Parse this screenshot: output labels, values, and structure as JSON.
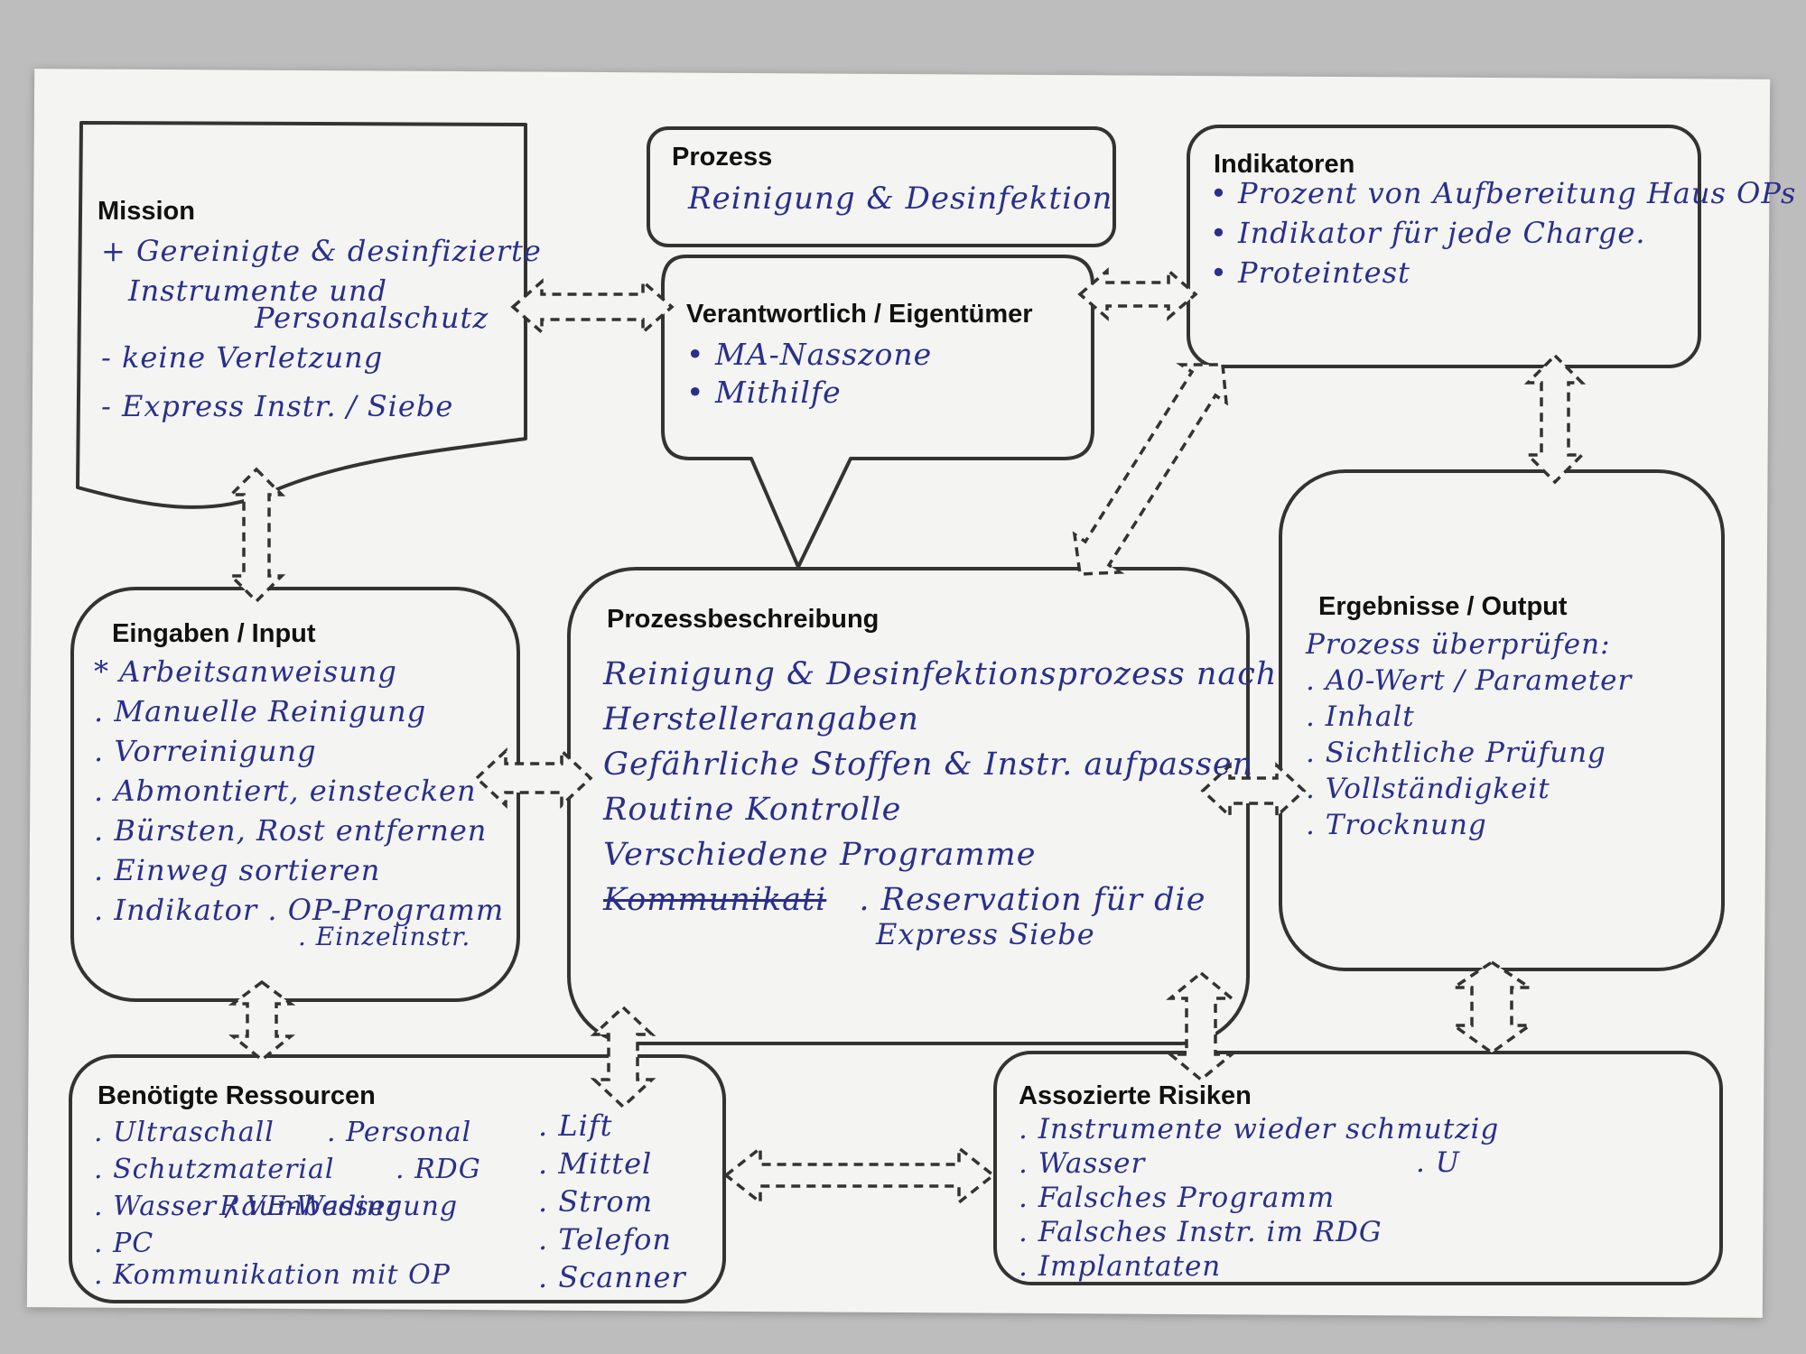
{
  "boxes": {
    "mission": {
      "title": "Mission",
      "lines": [
        "+ Gereinigte & desinfizierte",
        "Instrumente und",
        "Personalschutz",
        "- keine Verletzung",
        "- Express Instr. / Siebe"
      ]
    },
    "prozess": {
      "title": "Prozess",
      "lines": [
        "Reinigung & Desinfektion"
      ]
    },
    "verantwortlich": {
      "title": "Verantwortlich / Eigentümer",
      "lines": [
        "• MA-Nasszone",
        "• Mithilfe"
      ]
    },
    "indikatoren": {
      "title": "Indikatoren",
      "lines": [
        "• Prozent von Aufbereitung Haus OPs",
        "• Indikator für jede Charge.",
        "• Proteintest"
      ]
    },
    "eingaben": {
      "title": "Eingaben / Input",
      "lines": [
        "* Arbeitsanweisung",
        ". Manuelle Reinigung",
        ". Vorreinigung",
        ". Abmontiert, einstecken",
        ". Bürsten, Rost entfernen",
        ". Einweg sortieren",
        ". Indikator   . OP-Programm",
        ". Einzelinstr."
      ]
    },
    "prozessbeschreibung": {
      "title": "Prozessbeschreibung",
      "lines": [
        "Reinigung & Desinfektionsprozess nach",
        "Herstellerangaben",
        "Gefährliche Stoffen & Instr. aufpassen",
        "Routine Kontrolle",
        "Verschiedene Programme"
      ],
      "struck": "Kommunikati",
      "reservation": [
        ". Reservation für die",
        "Express Siebe"
      ]
    },
    "ergebnisse": {
      "title": "Ergebnisse / Output",
      "lines": [
        "Prozess überprüfen:",
        ". A0-Wert / Parameter",
        ". Inhalt",
        ". Sichtliche Prüfung",
        ". Vollständigkeit",
        ". Trocknung"
      ]
    },
    "ressourcen": {
      "title": "Benötigte Ressourcen",
      "col1": [
        ". Ultraschall",
        ". Schutzmaterial",
        ". Wasser / VE-Wasser",
        ". PC",
        ". Kommunikation mit OP"
      ],
      "col2": [
        ". Personal",
        ". RDG",
        "",
        ". Raumbedingung"
      ],
      "col3": [
        ". Lift",
        ". Mittel",
        ". Strom",
        ". Telefon",
        ". Scanner"
      ]
    },
    "risiken": {
      "title": "Assozierte Risiken",
      "lines": [
        ". Instrumente wieder schmutzig",
        ". Wasser",
        ". Falsches Programm",
        ". Falsches Instr. im RDG",
        ". Implantaten"
      ],
      "extra": ". U"
    }
  },
  "colors": {
    "ink": "#2a2f8a",
    "line": "#333333",
    "paper": "#f4f4f2"
  }
}
